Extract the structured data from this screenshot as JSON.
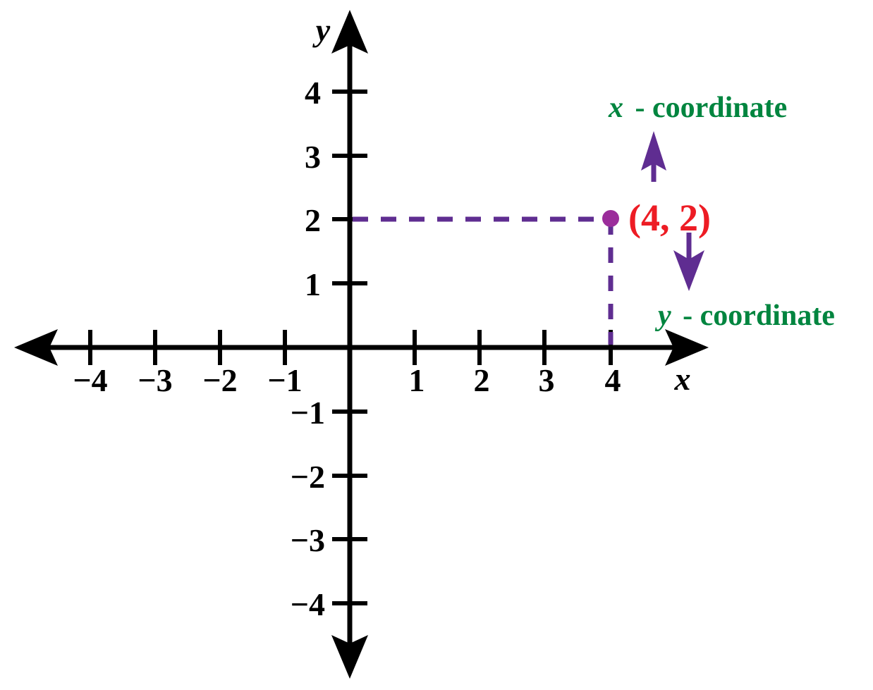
{
  "chart_data": {
    "type": "scatter",
    "title": "",
    "xlabel": "x",
    "ylabel": "y",
    "xlim": [
      -5,
      5
    ],
    "ylim": [
      -5,
      5
    ],
    "grid": false,
    "legend": "none",
    "x_ticks": [
      "-4",
      "-3",
      "-2",
      "-1",
      "1",
      "2",
      "3",
      "4"
    ],
    "y_ticks": [
      "4",
      "3",
      "2",
      "1",
      "-1",
      "-2",
      "-3",
      "-4"
    ],
    "x_tick_values": [
      -4,
      -3,
      -2,
      -1,
      1,
      2,
      3,
      4
    ],
    "y_tick_values": [
      4,
      3,
      2,
      1,
      -1,
      -2,
      -3,
      -4
    ],
    "points": [
      {
        "x": 4,
        "y": 2,
        "label": "(4, 2)"
      }
    ],
    "annotations": [
      {
        "name": "x-coordinate",
        "var": "x",
        "separator": " - ",
        "word": "coordinate",
        "points_to": "x-value 4 in label"
      },
      {
        "name": "y-coordinate",
        "var": "y",
        "separator": " - ",
        "word": "coordinate",
        "points_to": "y-value 2 in label"
      }
    ],
    "guide_lines": [
      {
        "from": [
          0,
          2
        ],
        "to": [
          4,
          2
        ],
        "style": "dashed"
      },
      {
        "from": [
          4,
          2
        ],
        "to": [
          4,
          0
        ],
        "style": "dashed"
      }
    ]
  },
  "axes": {
    "x_label": "x",
    "y_label": "y",
    "x_tick_labels": [
      "−4",
      "−3",
      "−2",
      "−1",
      "1",
      "2",
      "3",
      "4"
    ],
    "y_tick_labels": [
      "4",
      "3",
      "2",
      "1",
      "−1",
      "−2",
      "−3",
      "−4"
    ]
  },
  "point": {
    "label": "(4, 2)",
    "x_value": "4",
    "y_value": "2"
  },
  "annotations": {
    "x_coordinate": {
      "var": "x",
      "dash": "-",
      "word": "coordinate",
      "full": "x - coordinate"
    },
    "y_coordinate": {
      "var": "y",
      "dash": "-",
      "word": "coordinate",
      "full": "y - coordinate"
    }
  },
  "colors": {
    "axis": "#000000",
    "point": "#9b2d9b",
    "guide": "#5f2d91",
    "annotation_arrow": "#5f2d91",
    "annotation_text": "#00853f",
    "point_label": "#ed1c24",
    "background": "#ffffff"
  }
}
